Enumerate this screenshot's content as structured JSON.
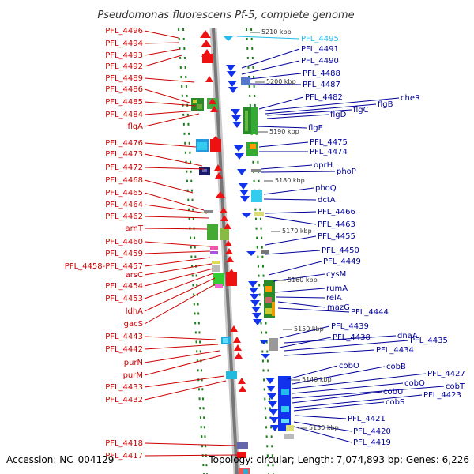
{
  "title": "Pseudomonas fluorescens Pf-5, complete genome",
  "footer": {
    "accession": "Accession: NC_004129",
    "topology": "Topology: circular; Length: 7,074,893 bp; Genes: 6,226"
  },
  "colors": {
    "left_label": "#cc0000",
    "right_label": "#000099",
    "highlight_label": "#22bbee",
    "backbone": "#888888"
  },
  "kbp_marks": [
    "5210 kbp",
    "5200 kbp",
    "5190 kbp",
    "5180 kbp",
    "5170 kbp",
    "5160 kbp",
    "5150 kbp",
    "5140 kbp",
    "5130 kbp"
  ],
  "left_labels": [
    "PFL_4496",
    "PFL_4494",
    "PFL_4493",
    "PFL_4492",
    "PFL_4489",
    "PFL_4486",
    "PFL_4485",
    "PFL_4484",
    "flgA",
    "PFL_4476",
    "PFL_4473",
    "PFL_4472",
    "PFL_4468",
    "PFL_4465",
    "PFL_4464",
    "PFL_4462",
    "arnT",
    "PFL_4460",
    "PFL_4459",
    "PFL_4458-PFL_4457",
    "arsC",
    "PFL_4454",
    "PFL_4453",
    "ldhA",
    "gacS",
    "PFL_4443",
    "PFL_4442",
    "purN",
    "purM",
    "PFL_4433",
    "PFL_4432",
    "PFL_4418",
    "PFL_4417"
  ],
  "right_labels": [
    "PFL_4495",
    "PFL_4491",
    "PFL_4490",
    "PFL_4488",
    "PFL_4487",
    "PFL_4482",
    "cheR",
    "flgB",
    "flgC",
    "flgD",
    "flgE",
    "PFL_4475",
    "PFL_4474",
    "oprH",
    "phoP",
    "phoQ",
    "dctA",
    "PFL_4466",
    "PFL_4463",
    "PFL_4455",
    "PFL_4450",
    "PFL_4449",
    "cysM",
    "rumA",
    "relA",
    "mazG",
    "PFL_4444",
    "PFL_4439",
    "dnaA",
    "PFL_4438",
    "PFL_4435",
    "PFL_4434",
    "cobO",
    "cobB",
    "PFL_4427",
    "cobQ",
    "cobT",
    "cobU",
    "PFL_4423",
    "cobS",
    "PFL_4421",
    "PFL_4420",
    "PFL_4419"
  ]
}
